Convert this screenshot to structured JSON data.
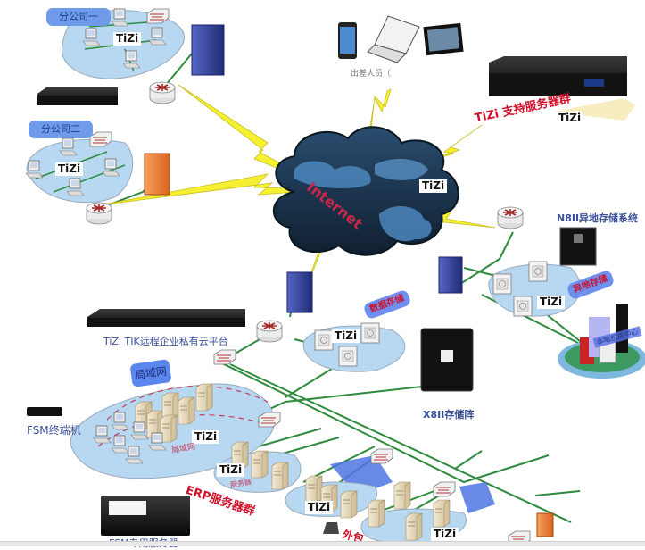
{
  "title": "TiZi network topology",
  "logo_text": "TiZi",
  "colors": {
    "link_green": "#2e8b3e",
    "lightning_yellow": "#f6f032",
    "cloud_dark": "#1a3048",
    "cloud_light": "#4b87bd",
    "label_blue": "#3a4f9a",
    "label_red": "#d0102a",
    "lan_fill": "#b8d8f2",
    "firewall_blue": "#3b4fa8",
    "firewall_orange": "#f08a3a"
  },
  "nodes": {
    "branch1": {
      "label": "分公司一",
      "logo": "TiZi"
    },
    "branch2": {
      "label": "分公司二",
      "logo": "TiZi"
    },
    "mobile": {
      "label": "出差人员（"
    },
    "internet": {
      "label": "Internet",
      "logo": "TiZi"
    },
    "support_servers": {
      "label": "TiZi 支持服务器群",
      "logo": "TiZi"
    },
    "n8": {
      "label": "N8II异地存储系统"
    },
    "offsite": {
      "bubble": "异地存储",
      "logo": "TiZi"
    },
    "datacenter": {
      "bubble": "本地机房中心"
    },
    "tik": {
      "label": "TiZi TIK远程企业私有云平台"
    },
    "data_storage": {
      "bubble": "数据存储",
      "logo": "TiZi"
    },
    "x8": {
      "label": "X8II存储阵"
    },
    "lan": {
      "bubble": "局域网",
      "logo": "TiZi",
      "inner_label": "局域网"
    },
    "fsm_terminal": {
      "label": "FSM终端机"
    },
    "erp": {
      "label": "ERP服务器群",
      "logo": "TiZi",
      "inner_label": "服务器"
    },
    "fsm_server": {
      "label": "FSM专用服务器"
    },
    "bottom_group": {
      "logo": "TiZi",
      "partial_label": "外包"
    }
  }
}
